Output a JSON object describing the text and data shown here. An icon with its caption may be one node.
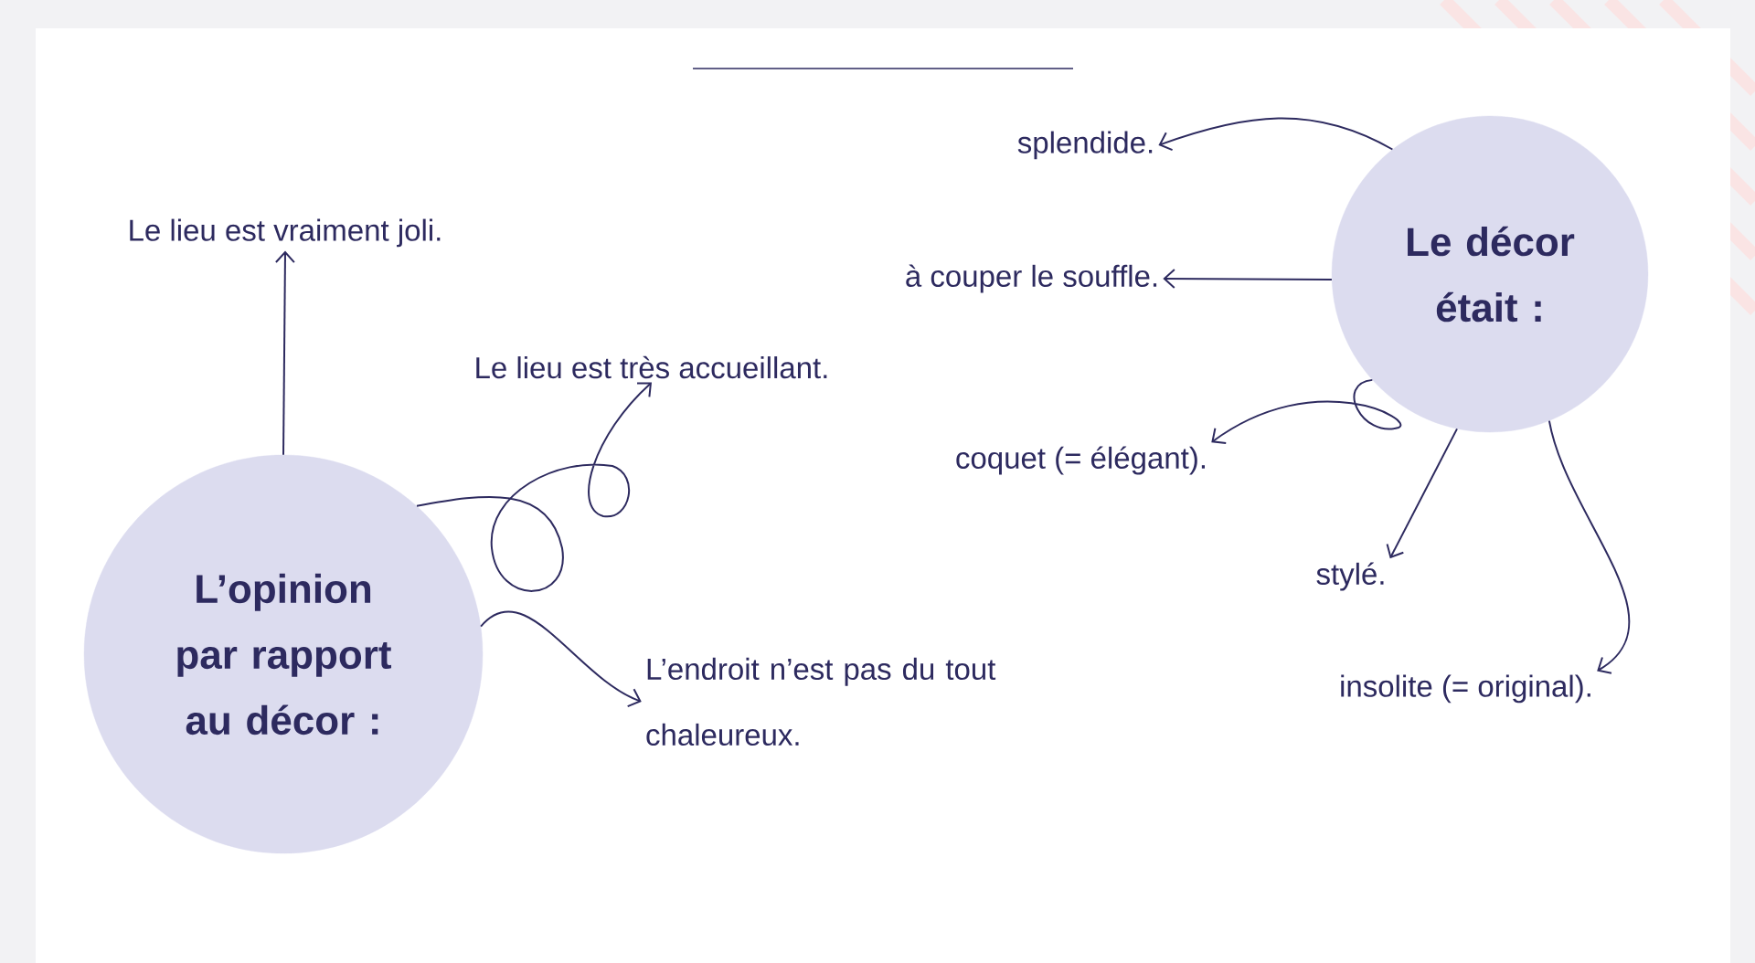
{
  "diagram": {
    "nodes": [
      {
        "text": [
          "L’opinion par rapport au décor :"
        ]
      },
      {
        "text": [
          "Le lieu est vraiment joli."
        ]
      },
      {
        "text": [
          "Le lieu est très accueillant."
        ]
      },
      {
        "text": [
          "L’endroit n’est pas du tout chaleureux."
        ]
      },
      {
        "text": [
          "Le décor était :"
        ]
      },
      {
        "text": [
          "splendide."
        ]
      },
      {
        "text": [
          "à couper le souffle."
        ]
      },
      {
        "text": [
          "coquet (= élégant)."
        ]
      },
      {
        "text": [
          "stylé."
        ]
      },
      {
        "text": [
          "insolite (= original)."
        ]
      }
    ],
    "edges": [
      {
        "from": 0,
        "to": 1,
        "arrow": "to"
      },
      {
        "from": 0,
        "to": 2,
        "arrow": "to"
      },
      {
        "from": 0,
        "to": 3,
        "arrow": "to"
      },
      {
        "from": 4,
        "to": 5,
        "arrow": "to"
      },
      {
        "from": 4,
        "to": 6,
        "arrow": "to"
      },
      {
        "from": 4,
        "to": 7,
        "arrow": "to"
      },
      {
        "from": 4,
        "to": 8,
        "arrow": "to"
      },
      {
        "from": 4,
        "to": 9,
        "arrow": "to"
      }
    ]
  }
}
